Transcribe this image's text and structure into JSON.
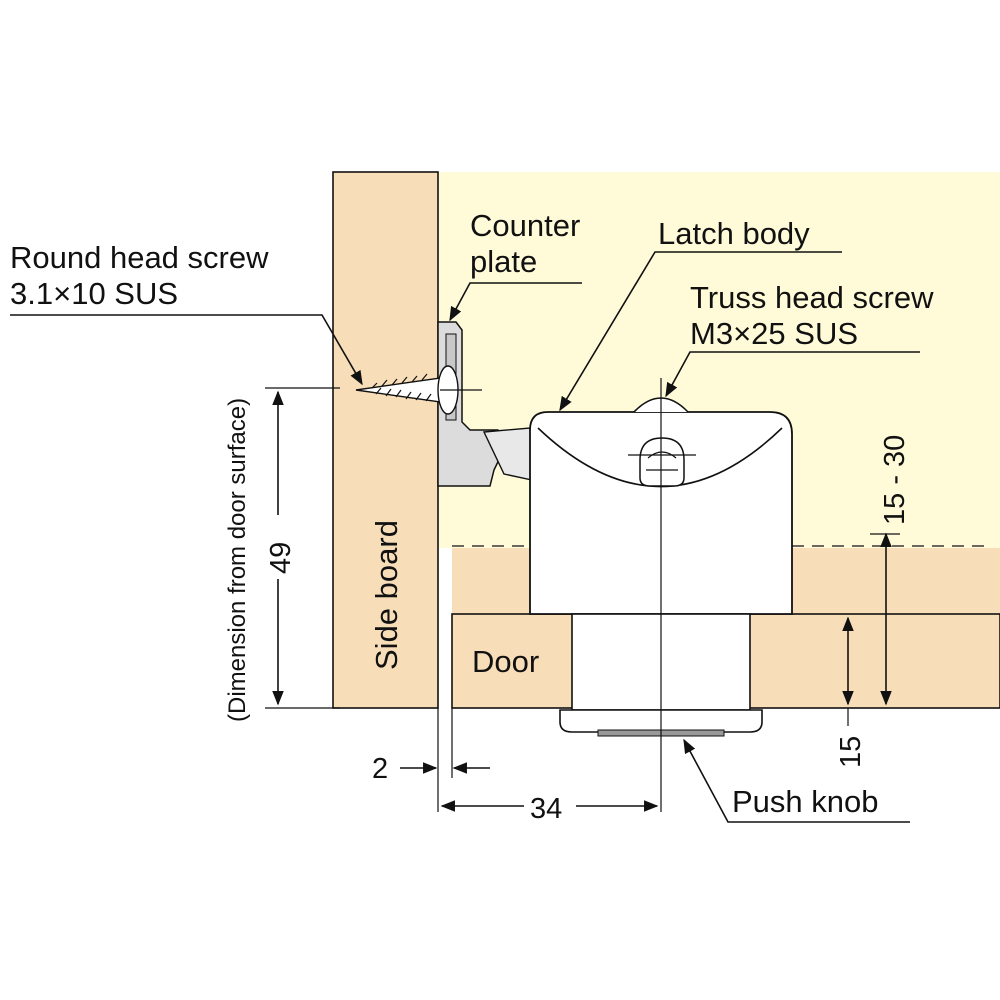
{
  "labels": {
    "round_head_screw_line1": "Round head screw",
    "round_head_screw_line2": "3.1×10 SUS",
    "counter_plate_line1": "Counter",
    "counter_plate_line2": "plate",
    "latch_body": "Latch body",
    "truss_head_screw_line1": "Truss head screw",
    "truss_head_screw_line2": "M3×25 SUS",
    "side_board": "Side board",
    "door": "Door",
    "push_knob": "Push knob",
    "dimension_note": "(Dimension from door surface)"
  },
  "dimensions": {
    "height_49": "49",
    "gap_2": "2",
    "width_34": "34",
    "range_15_30": "15 - 30",
    "thickness_15": "15"
  },
  "colors": {
    "wood": "#f7ddb8",
    "cabinet_interior": "#fffbd9",
    "latch_body": "#ffffff",
    "counter_plate": "#dcdcdc",
    "outline": "#111111"
  }
}
